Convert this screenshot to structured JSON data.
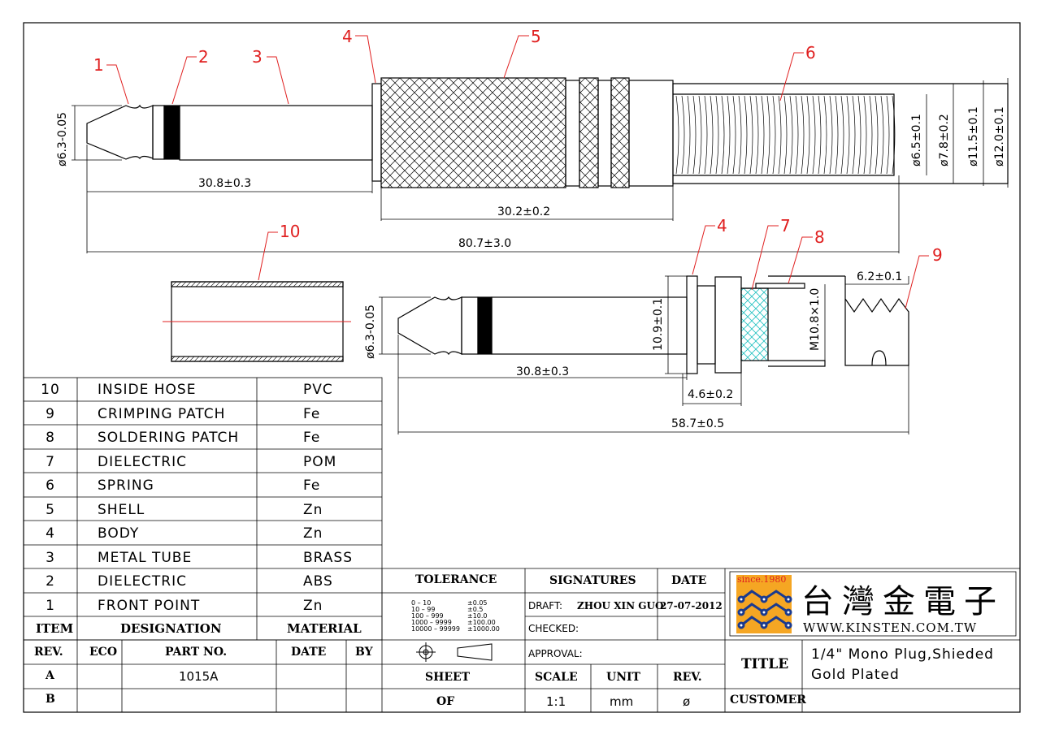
{
  "callouts": {
    "c1": "1",
    "c2": "2",
    "c3": "3",
    "c4a": "4",
    "c5": "5",
    "c6": "6",
    "c10": "10",
    "c4b": "4",
    "c7": "7",
    "c8": "8",
    "c9": "9"
  },
  "dimensions": {
    "tip_dia": "ø6.3-0.05",
    "tip_len": "30.8±0.3",
    "shell_len": "30.2±0.2",
    "overall": "80.7±3.0",
    "d65": "ø6.5±0.1",
    "d78": "ø7.8±0.2",
    "d115": "ø11.5±0.1",
    "d12": "ø12.0±0.1",
    "tip_dia_2": "ø6.3-0.05",
    "tip_len_2": "30.8±0.3",
    "body_dia": "10.9±0.1",
    "thread": "M10.8×1.0",
    "crimp": "6.2±0.1",
    "diel_len": "4.6±0.2",
    "overall_2": "58.7±0.5"
  },
  "bom": {
    "header": {
      "item": "ITEM",
      "designation": "DESIGNATION",
      "material": "MATERIAL"
    },
    "rows": [
      {
        "item": "10",
        "designation": "INSIDE  HOSE",
        "material": "PVC"
      },
      {
        "item": "9",
        "designation": "CRIMPING  PATCH",
        "material": "Fe"
      },
      {
        "item": "8",
        "designation": "SOLDERING  PATCH",
        "material": "Fe"
      },
      {
        "item": "7",
        "designation": "DIELECTRIC",
        "material": "POM"
      },
      {
        "item": "6",
        "designation": "SPRING",
        "material": "Fe"
      },
      {
        "item": "5",
        "designation": "SHELL",
        "material": "Zn"
      },
      {
        "item": "4",
        "designation": "BODY",
        "material": "Zn"
      },
      {
        "item": "3",
        "designation": "METAL  TUBE",
        "material": "BRASS"
      },
      {
        "item": "2",
        "designation": "DIELECTRIC",
        "material": "ABS"
      },
      {
        "item": "1",
        "designation": "FRONT  POINT",
        "material": "Zn"
      }
    ]
  },
  "revisions": {
    "header": {
      "rev": "REV.",
      "eco": "ECO",
      "part": "PART NO.",
      "date": "DATE",
      "by": "BY"
    },
    "row_a": {
      "rev": "A",
      "part": "1015A"
    },
    "row_b": {
      "rev": "B"
    }
  },
  "tolerance": {
    "title": "TOLERANCE",
    "rows": [
      {
        "range": "0 – 10",
        "tol": "±0.05"
      },
      {
        "range": "10 – 99",
        "tol": "±0.5"
      },
      {
        "range": "100 – 999",
        "tol": "±10.0"
      },
      {
        "range": "1000 – 9999",
        "tol": "±100.00"
      },
      {
        "range": "10000 – 99999",
        "tol": "±1000.00"
      }
    ]
  },
  "signatures": {
    "title": "SIGNATURES",
    "date_title": "DATE",
    "draft_label": "DRAFT:",
    "draft_name": "ZHOU XIN GUO",
    "draft_date": "27-07-2012",
    "checked_label": "CHECKED:",
    "approval_label": "APPROVAL:"
  },
  "sheet": {
    "sheet": "SHEET",
    "of": "OF",
    "scale_label": "SCALE",
    "scale": "1:1",
    "unit_label": "UNIT",
    "unit": "mm",
    "rev_label": "REV.",
    "rev": "ø"
  },
  "company": {
    "since": "since.1980",
    "name": "台灣金電子",
    "url": "WWW.KINSTEN.COM.TW"
  },
  "title_block": {
    "title_label": "TITLE",
    "title_line1": "1/4\"  Mono  Plug,Shieded",
    "title_line2": "Gold  Plated",
    "customer_label": "CUSTOMER"
  },
  "colors": {
    "callout": "#e02020",
    "dielectric": "#20c0c0",
    "line": "#000000"
  }
}
